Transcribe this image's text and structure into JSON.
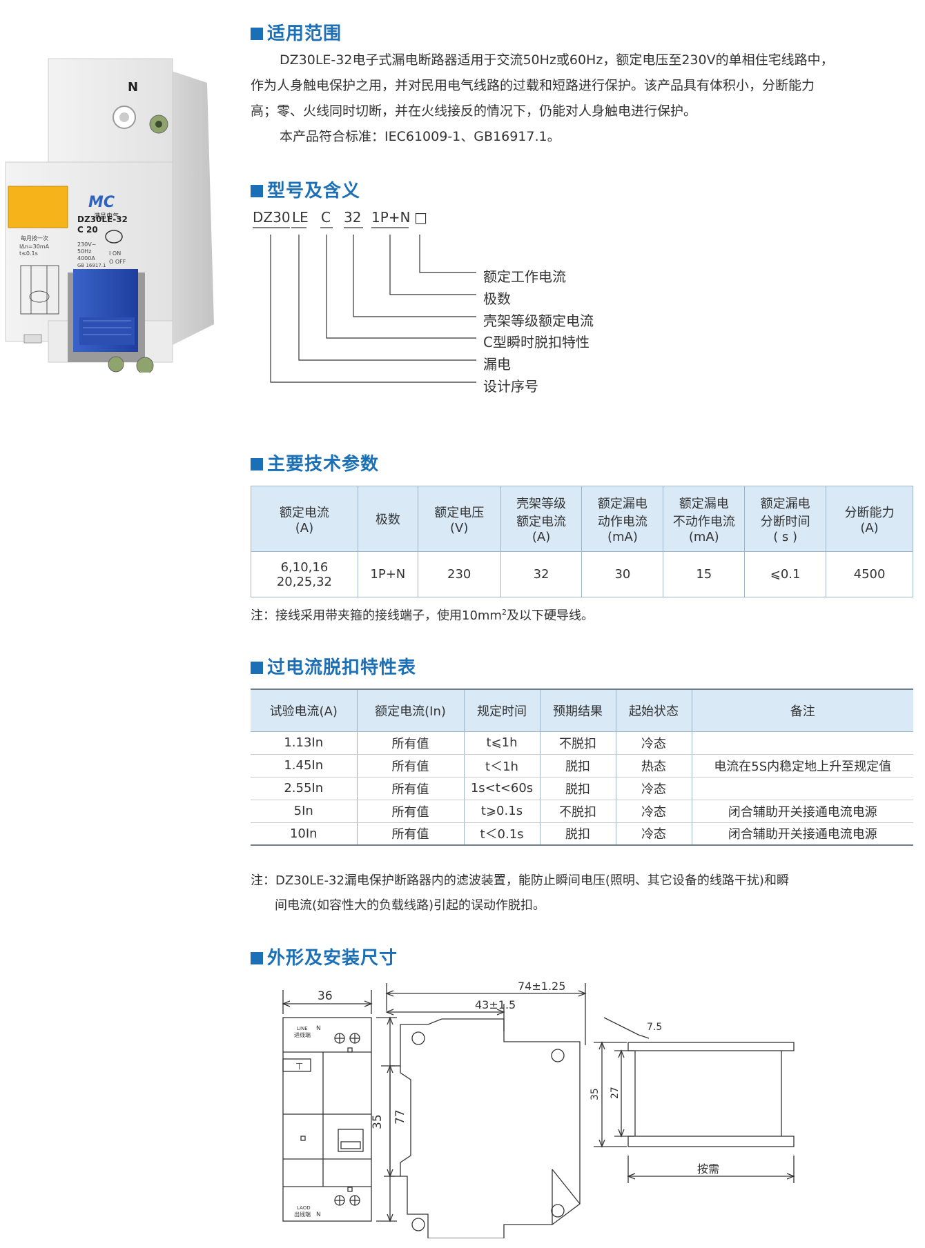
{
  "product": {
    "brand_logo": "MC",
    "brand_sub": "满昌电气",
    "model_label": "DZ30LE-32",
    "rating_label": "C 20",
    "terminal_top": "N",
    "test_note": "每月按一次",
    "spec_lines": [
      "IΔn=30mA",
      "t≤0.1s"
    ],
    "volt_lines": [
      "230V~",
      "50Hz",
      "4000A",
      "GB 16917.1"
    ],
    "on_off": [
      "I ON",
      "O OFF"
    ]
  },
  "scope": {
    "title": "适用范围",
    "lines": [
      "DZ30LE-32电子式漏电断路器适用于交流50Hz或60Hz，额定电压至230V的单相住宅线路中，",
      "作为人身触电保护之用，并对民用电气线路的过载和短路进行保护。该产品具有体积小，分断能力",
      "高；零、火线同时切断，并在火线接反的情况下，仍能对人身触电进行保护。",
      "本产品符合标准：IEC61009-1、GB16917.1。"
    ]
  },
  "model": {
    "title": "型号及含义",
    "codes": [
      "DZ30",
      "LE",
      "C",
      "32",
      "1P+N",
      "□"
    ],
    "meanings": [
      "额定工作电流",
      "极数",
      "壳架等级额定电流",
      "C型瞬时脱扣特性",
      "漏电",
      "设计序号"
    ]
  },
  "params": {
    "title": "主要技术参数",
    "headers": [
      [
        "额定电流",
        "(A)"
      ],
      [
        "极数"
      ],
      [
        "额定电压",
        "(V)"
      ],
      [
        "壳架等级",
        "额定电流",
        "(A)"
      ],
      [
        "额定漏电",
        "动作电流",
        "(mA)"
      ],
      [
        "额定漏电",
        "不动作电流",
        "(mA)"
      ],
      [
        "额定漏电",
        "分断时间",
        "( s )"
      ],
      [
        "分断能力",
        "(A)"
      ]
    ],
    "row": [
      [
        "6,10,16",
        "20,25,32"
      ],
      [
        "1P+N"
      ],
      [
        "230"
      ],
      [
        "32"
      ],
      [
        "30"
      ],
      [
        "15"
      ],
      [
        "⩽0.1"
      ],
      [
        "4500"
      ]
    ],
    "note_prefix": "注：接线采用带夹箍的接线端子，使用10mm",
    "note_sup": "2",
    "note_suffix": "及以下硬导线。"
  },
  "trip": {
    "title": "过电流脱扣特性表",
    "headers": [
      "试验电流(A)",
      "额定电流(In)",
      "规定时间",
      "预期结果",
      "起始状态",
      "备注"
    ],
    "rows": [
      [
        "1.13In",
        "所有值",
        "t⩽1h",
        "不脱扣",
        "冷态",
        ""
      ],
      [
        "1.45In",
        "所有值",
        "t＜1h",
        "脱扣",
        "热态",
        "电流在5S内稳定地上升至规定值"
      ],
      [
        "2.55In",
        "所有值",
        "1s<t<60s",
        "脱扣",
        "冷态",
        ""
      ],
      [
        "5In",
        "所有值",
        "t⩾0.1s",
        "不脱扣",
        "冷态",
        "闭合辅助开关接通电流电源"
      ],
      [
        "10In",
        "所有值",
        "t＜0.1s",
        "脱扣",
        "冷态",
        "闭合辅助开关接通电流电源"
      ]
    ],
    "note_line1": "注：DZ30LE-32漏电保护断路器内的滤波装置，能防止瞬间电压(照明、其它设备的线路干扰)和瞬",
    "note_line2": "间电流(如容性大的负载线路)引起的误动作脱扣。"
  },
  "dims": {
    "title": "外形及安装尺寸",
    "front_width": "36",
    "front_height": "77",
    "front_rail": "35",
    "line_label": "LINE",
    "line_cn": "进线端",
    "load_label": "LAOD",
    "load_cn": "出线端",
    "n_label": "N",
    "side_total": "74±1.25",
    "side_partial": "43±1.5",
    "side_rail": "35",
    "rail_thk": "7.5",
    "rail_outer": "35",
    "rail_inner": "27",
    "rail_length": "按需"
  }
}
